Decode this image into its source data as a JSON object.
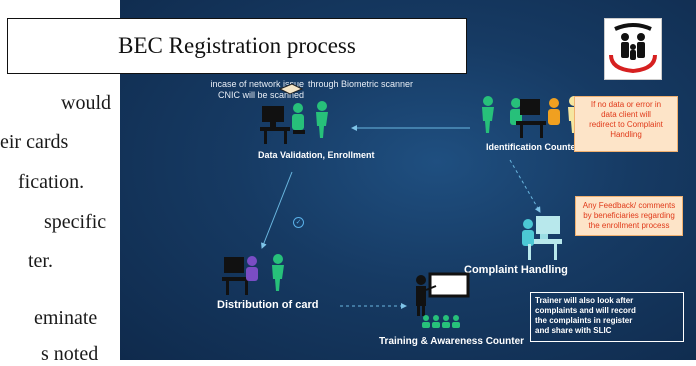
{
  "title": "BEC Registration process",
  "left_text": [
    "would",
    "eir cards",
    "fication.",
    "specific",
    "ter.",
    "eminate",
    "s noted"
  ],
  "notes": {
    "network_issue": [
      "incase of network issue",
      "CNIC will be scanned"
    ],
    "biometric": "through Biometric scanner"
  },
  "stations": {
    "data_validation": "Data Validation, Enrollment",
    "identification": "Identification Counter",
    "distribution": "Distribution of card",
    "complaint": "Complaint Handling",
    "training": "Training & Awareness Counter"
  },
  "callouts": {
    "no_data": [
      "If no data or error in",
      "data client will",
      "redirect to Complaint",
      "Handling"
    ],
    "feedback": [
      "Any Feedback/ comments",
      "by beneficiaries regarding",
      "the enrollment process"
    ],
    "trainer": [
      "Trainer will also look after",
      "complaints and will record",
      "the complaints in register",
      "and share with SLIC"
    ]
  },
  "colors": {
    "panel": "#163a63",
    "figure_green": "#27c07a",
    "monitor": "#111111",
    "accent_purple": "#7a4dc4",
    "callout_text": "#e03a1a",
    "callout_bg": "#fde4c8"
  },
  "icons": [
    "family-hands-logo-icon",
    "person-icon",
    "computer-desk-icon",
    "scanner-icon",
    "checkmark-icon",
    "trainer-board-icon",
    "audience-icon"
  ]
}
